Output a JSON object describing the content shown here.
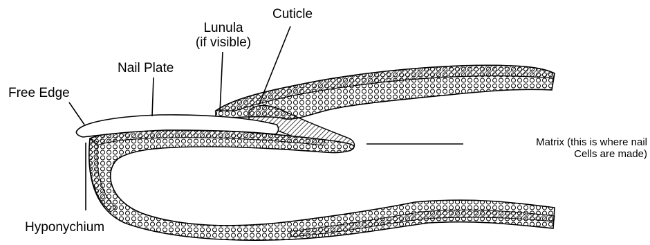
{
  "labels": {
    "lunula_line1": "Lunula",
    "lunula_line2": "(if visible)",
    "cuticle": "Cuticle",
    "nail_plate": "Nail Plate",
    "free_edge": "Free Edge",
    "matrix_line1": "Matrix  (this is where nail",
    "matrix_line2": "Cells are made)",
    "hyponychium": "Hyponychium"
  },
  "colors": {
    "ink": "#000000",
    "background": "#ffffff",
    "tissue_fill": "#d9d9d9"
  }
}
